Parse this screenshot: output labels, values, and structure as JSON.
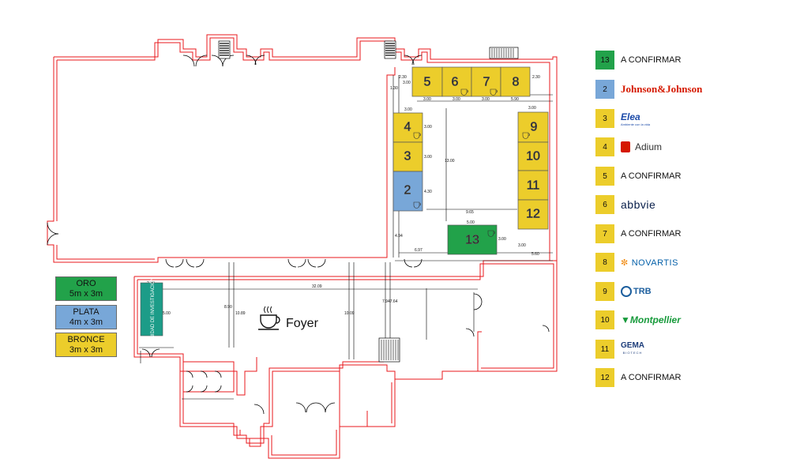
{
  "colors": {
    "wall": "#e8191e",
    "line": "#000000",
    "oro": "#22a24a",
    "plata": "#78a7d8",
    "bronce": "#eccd2b",
    "teal": "#1c9c88"
  },
  "booths": [
    {
      "id": "b5",
      "num": "5",
      "tier": "bronce"
    },
    {
      "id": "b6",
      "num": "6",
      "tier": "bronce"
    },
    {
      "id": "b7",
      "num": "7",
      "tier": "bronce"
    },
    {
      "id": "b8",
      "num": "8",
      "tier": "bronce"
    },
    {
      "id": "b4",
      "num": "4",
      "tier": "bronce"
    },
    {
      "id": "b3",
      "num": "3",
      "tier": "bronce"
    },
    {
      "id": "b2",
      "num": "2",
      "tier": "plata"
    },
    {
      "id": "b9",
      "num": "9",
      "tier": "bronce"
    },
    {
      "id": "b10",
      "num": "10",
      "tier": "bronce"
    },
    {
      "id": "b11",
      "num": "11",
      "tier": "bronce"
    },
    {
      "id": "b12",
      "num": "12",
      "tier": "bronce"
    },
    {
      "id": "b13",
      "num": "13",
      "tier": "oro"
    }
  ],
  "dimensions": [
    "2.30",
    "3.00",
    "3.00",
    "3.00",
    "3.00",
    "5.90",
    "1.30",
    "3.00",
    "3.00",
    "3.00",
    "3.00",
    "13.00",
    "4.30",
    "9.65",
    "5.00",
    "3.00",
    "4.94",
    "6.97",
    "3.00",
    "5.60",
    "2.30",
    "2.80",
    "32.09",
    "5.00",
    "8.90",
    "10.89",
    "10.09",
    "7.947.64"
  ],
  "plan": {
    "research_unit": "UNIDAD DE INVESTIGACIÓN",
    "foyer": "Foyer"
  },
  "tiers": [
    {
      "name": "ORO",
      "size": "5m x 3m"
    },
    {
      "name": "PLATA",
      "size": "4m x 3m"
    },
    {
      "name": "BRONCE",
      "size": "3m x 3m"
    }
  ],
  "legend": [
    {
      "num": "13",
      "tier": "oro",
      "text": "A CONFIRMAR"
    },
    {
      "num": "2",
      "tier": "plata",
      "brand": "Johnson&Johnson",
      "icon": "johnson-johnson-logo"
    },
    {
      "num": "3",
      "tier": "bronce",
      "brand": "Elea",
      "tagline": "Ambiente con la vida",
      "icon": "elea-logo"
    },
    {
      "num": "4",
      "tier": "bronce",
      "brand": "Adium",
      "icon": "adium-logo"
    },
    {
      "num": "5",
      "tier": "bronce",
      "text": "A CONFIRMAR"
    },
    {
      "num": "6",
      "tier": "bronce",
      "brand": "abbvie",
      "icon": "abbvie-logo"
    },
    {
      "num": "7",
      "tier": "bronce",
      "text": "A CONFIRMAR"
    },
    {
      "num": "8",
      "tier": "bronce",
      "brand": "NOVARTIS",
      "icon": "novartis-logo"
    },
    {
      "num": "9",
      "tier": "bronce",
      "brand": "TRB",
      "icon": "trb-logo"
    },
    {
      "num": "10",
      "tier": "bronce",
      "brand": "Montpellier",
      "icon": "montpellier-logo"
    },
    {
      "num": "11",
      "tier": "bronce",
      "brand": "GEMA",
      "tagline": "BIOTECH",
      "icon": "gema-logo"
    },
    {
      "num": "12",
      "tier": "bronce",
      "text": "A CONFIRMAR"
    }
  ]
}
